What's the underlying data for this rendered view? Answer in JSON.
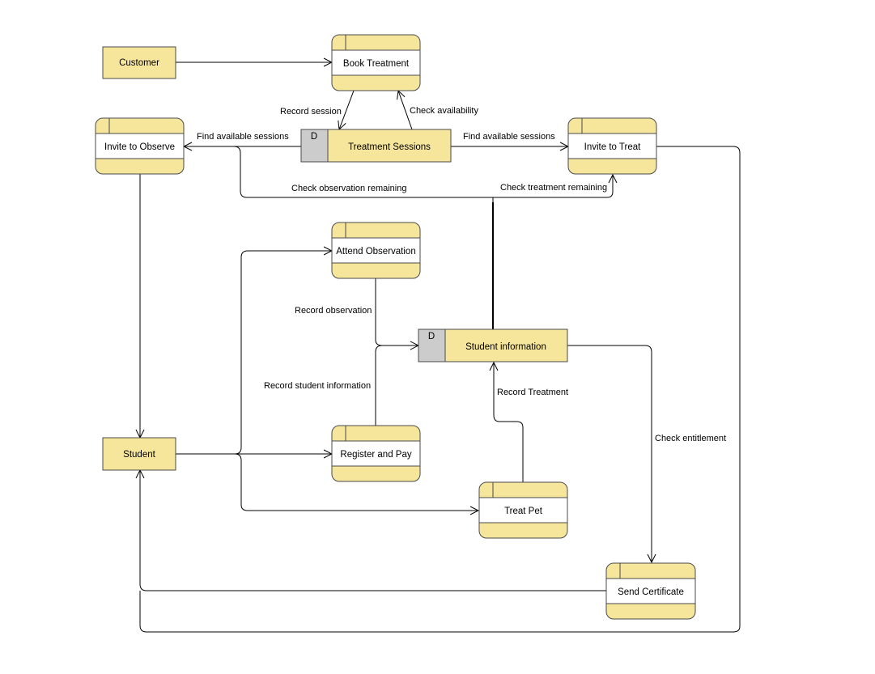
{
  "colors": {
    "fill": "#f6e69c",
    "stroke": "#4a4a4a",
    "store_id_fill": "#cccccc",
    "band_fill": "#ffffff"
  },
  "entities": {
    "customer": "Customer",
    "student": "Student"
  },
  "processes": {
    "book_treatment": "Book Treatment",
    "invite_to_observe": "Invite to Observe",
    "invite_to_treat": "Invite to Treat",
    "attend_observation": "Attend Observation",
    "register_and_pay": "Register and Pay",
    "treat_pet": "Treat Pet",
    "send_certificate": "Send Certificate"
  },
  "stores": {
    "treatment_sessions": {
      "id": "D",
      "label": "Treatment Sessions"
    },
    "student_information": {
      "id": "D",
      "label": "Student information"
    }
  },
  "flows": {
    "record_session": "Record session",
    "check_availability": "Check availability",
    "find_sessions_left": "Find available sessions",
    "find_sessions_right": "Find available sessions",
    "check_observation_remaining": "Check observation remaining",
    "check_treatment_remaining": "Check treatment remaining",
    "record_observation": "Record observation",
    "record_student_information": "Record student information",
    "record_treatment": "Record Treatment",
    "check_entitlement": "Check entitlement"
  }
}
